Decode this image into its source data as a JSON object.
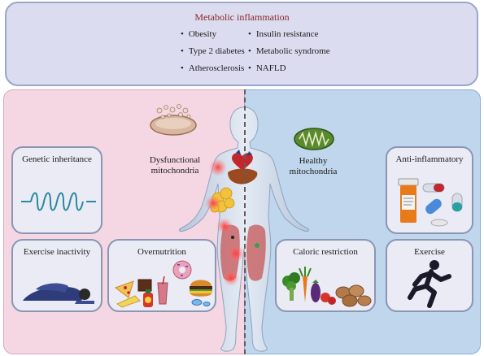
{
  "top": {
    "title": "Metabolic inflammation",
    "items_left": [
      "Obesity",
      "Type 2 diabetes",
      "Atherosclerosis"
    ],
    "items_right": [
      "Insulin resistance",
      "Metabolic syndrome",
      "NAFLD"
    ]
  },
  "left": {
    "mito_label_line1": "Dysfunctional",
    "mito_label_line2": "mitochondria",
    "cards": {
      "genetic": "Genetic inheritance",
      "inactivity": "Exercise inactivity",
      "overnutrition": "Overnutrition"
    }
  },
  "right": {
    "mito_label_line1": "Healthy",
    "mito_label_line2": "mitochondria",
    "cards": {
      "anti": "Anti-inflammatory",
      "caloric": "Caloric restriction",
      "exercise": "Exercise"
    }
  },
  "colors": {
    "title_red": "#8a2525",
    "left_bg": "#f5d7e3",
    "right_bg": "#bfd6ec",
    "card_bg": "#ebebf5",
    "mito_healthy": "#4a7a2a",
    "mito_dysfunctional": "#c89a80"
  }
}
